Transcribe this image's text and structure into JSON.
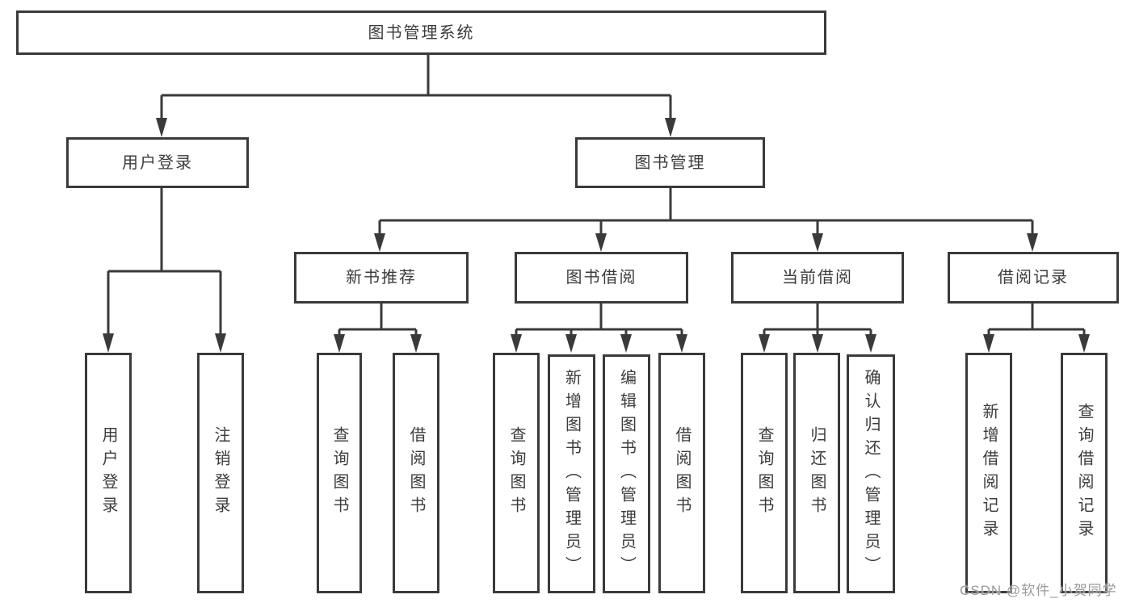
{
  "diagram_title": "图书管理系统",
  "colors": {
    "line": "#3a3a3a",
    "box_border": "#3a3a3a",
    "box_fill": "#ffffff",
    "text": "#3c3c3c",
    "watermark": "#9a9a9a"
  },
  "nodes": {
    "root": "图书管理系统",
    "user_login": "用户登录",
    "book_mgmt": "图书管理",
    "new_book_rec": "新书推荐",
    "book_borrow": "图书借阅",
    "current_borrow": "当前借阅",
    "borrow_record": "借阅记录",
    "leaf_user_login": "用户登录",
    "leaf_logout": "注销登录",
    "leaf_query_book_1": "查询图书",
    "leaf_borrow_book_1": "借阅图书",
    "leaf_query_book_2": "查询图书",
    "leaf_add_book": "新增图书（管理员）",
    "leaf_edit_book": "编辑图书（管理员）",
    "leaf_borrow_book_2": "借阅图书",
    "leaf_query_book_3": "查询图书",
    "leaf_return_book": "归还图书",
    "leaf_confirm_return": "确认归还（管理员）",
    "leaf_add_record": "新增借阅记录",
    "leaf_query_record": "查询借阅记录"
  },
  "watermark": {
    "text": "CSDN @软件_小贺同学"
  }
}
